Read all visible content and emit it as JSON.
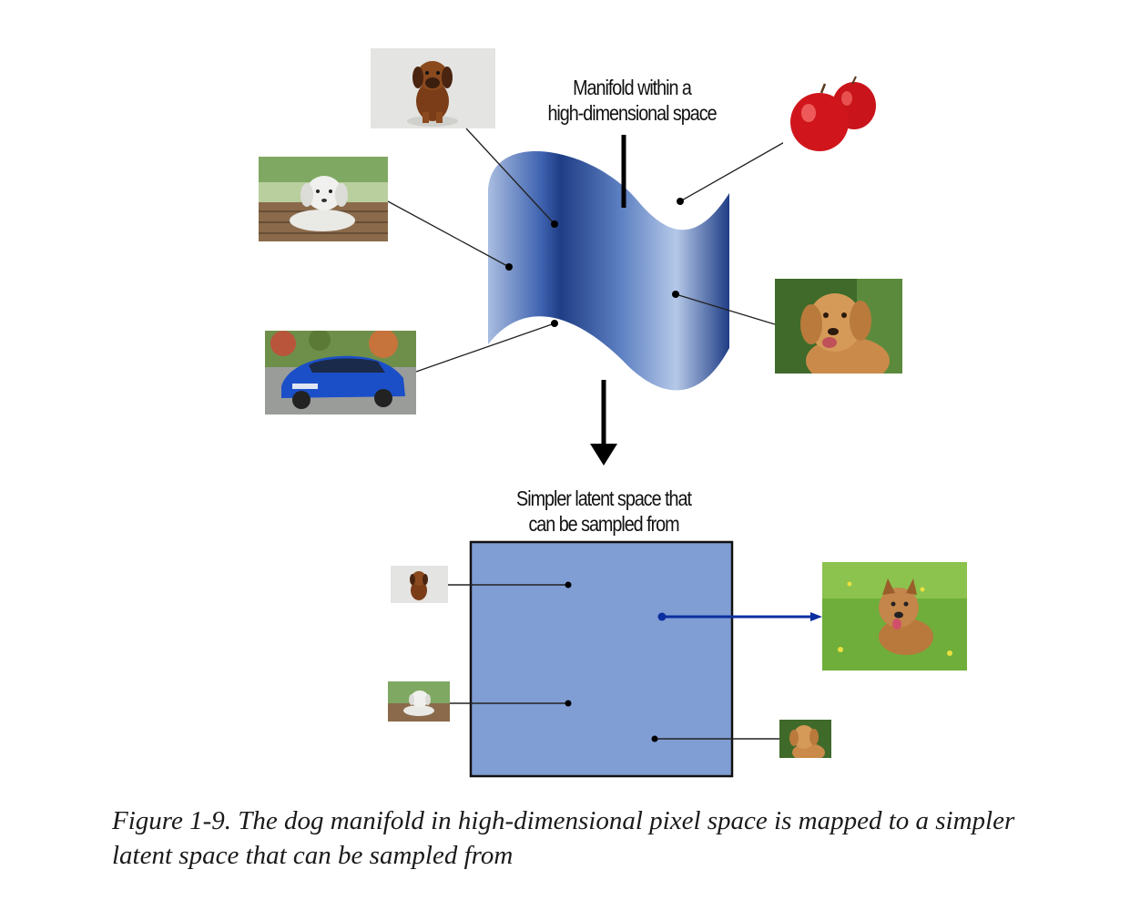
{
  "figure": {
    "manifold_label": {
      "line1": "Manifold within a",
      "line2": "high-dimensional space"
    },
    "latent_label": {
      "line1": "Simpler latent space that",
      "line2": "can be sampled from"
    },
    "caption": {
      "line1": "Figure 1-9. The dog manifold in high-dimensional pixel space is mapped to a simpler",
      "line2": "latent space that can be sampled from"
    },
    "images": [
      {
        "name": "brown-puppy-photo",
        "subject": "brown puppy"
      },
      {
        "name": "white-puppy-photo",
        "subject": "white puppy on wooden deck"
      },
      {
        "name": "blue-car-photo",
        "subject": "blue car"
      },
      {
        "name": "red-apples-photo",
        "subject": "two red apples"
      },
      {
        "name": "golden-retriever-photo",
        "subject": "golden retriever"
      },
      {
        "name": "generated-dog-photo",
        "subject": "dog in grass"
      }
    ],
    "colors": {
      "manifold_dark": "#1f3d85",
      "manifold_light": "#a9bde0",
      "latent_fill": "#809ed4",
      "arrow_blue": "#0b2fa0"
    }
  }
}
